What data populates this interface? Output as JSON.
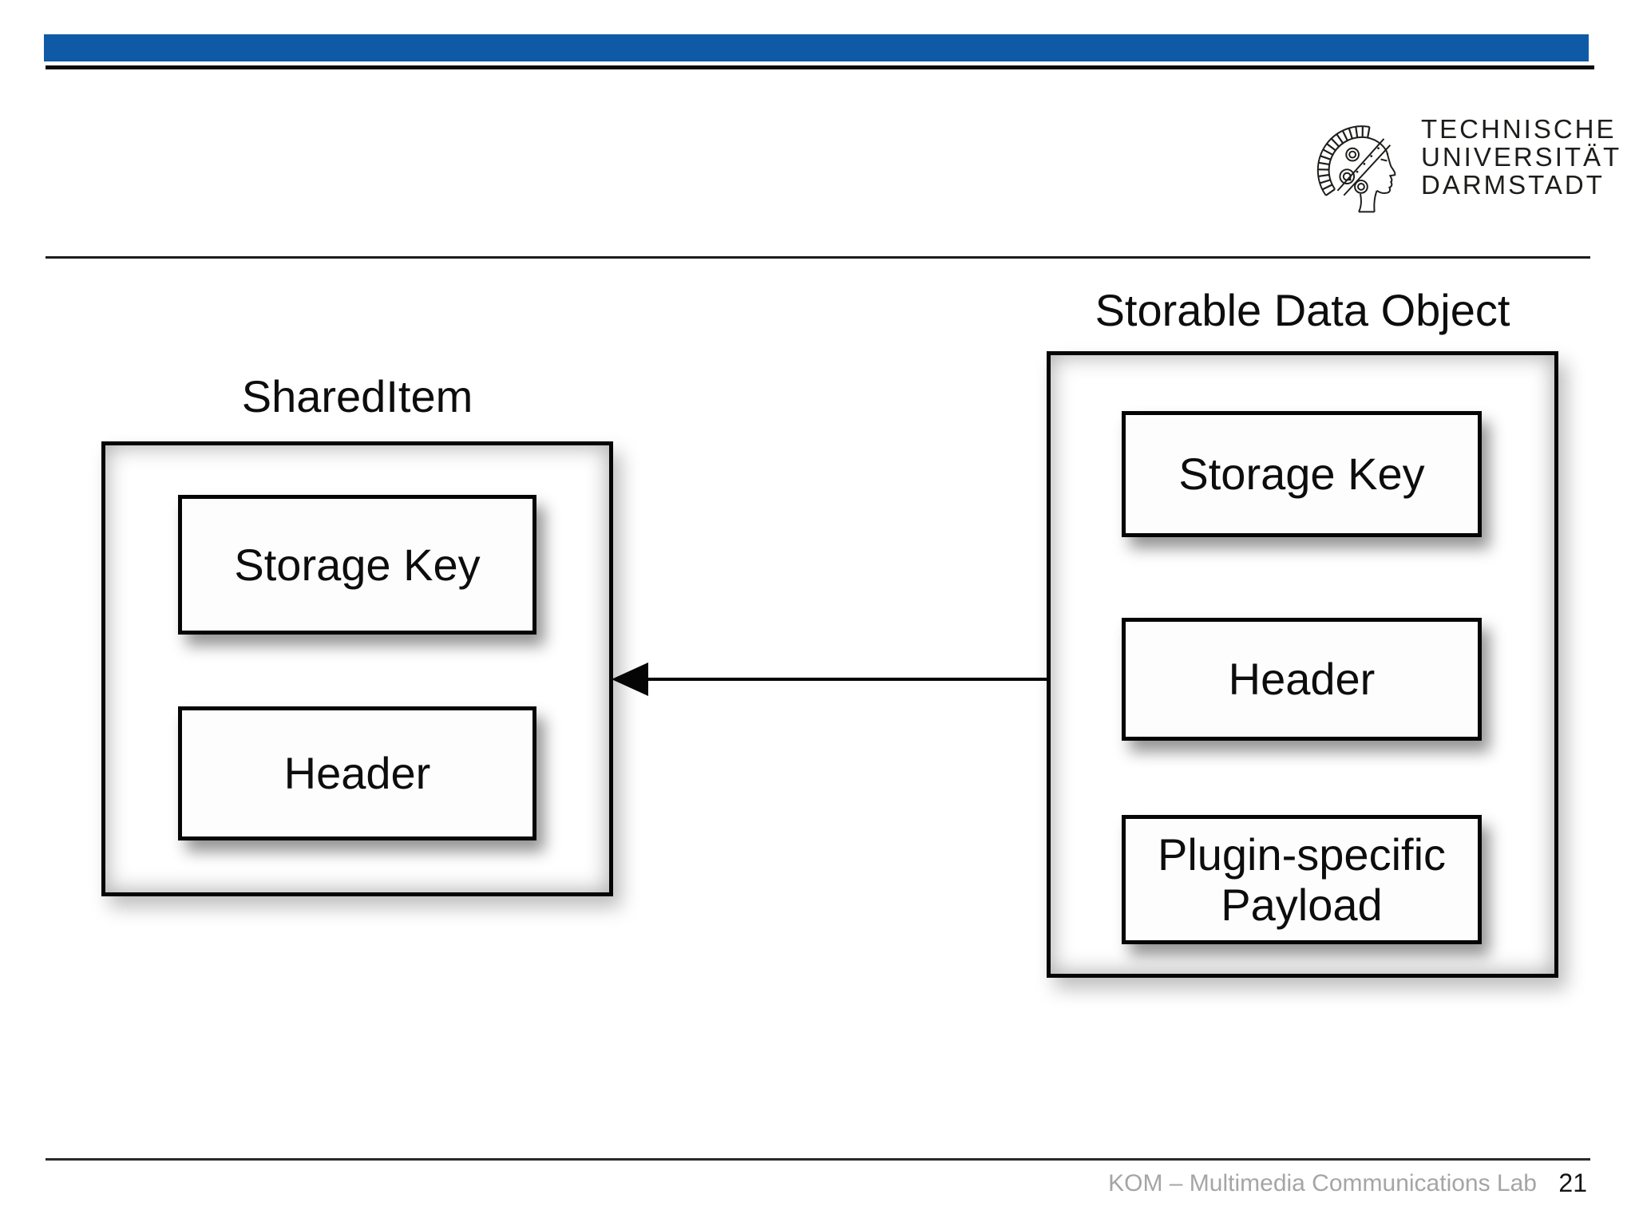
{
  "header": {
    "logo": {
      "wordmark": [
        "TECHNISCHE",
        "UNIVERSITÄT",
        "DARMSTADT"
      ]
    }
  },
  "diagram": {
    "left": {
      "title": "SharedItem",
      "boxes": [
        "Storage Key",
        "Header"
      ]
    },
    "right": {
      "title": "Storable Data Object",
      "boxes": [
        "Storage Key",
        "Header",
        "Plugin-specific\nPayload"
      ]
    }
  },
  "footer": {
    "lab": "KOM – Multimedia Communications Lab",
    "page": "21"
  },
  "colors": {
    "accent_blue": "#0f5aa6",
    "rule_black": "#0a0a0a",
    "footer_gray": "#a5a5a5"
  }
}
